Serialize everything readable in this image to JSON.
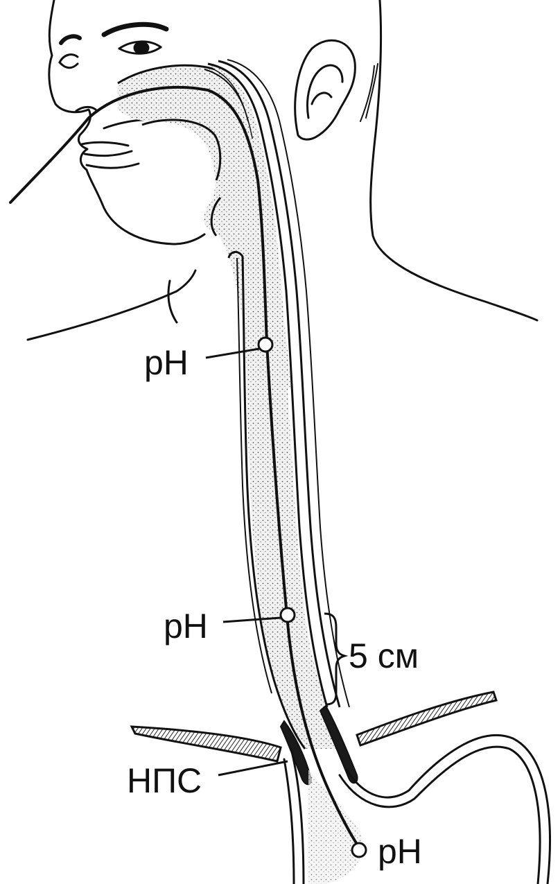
{
  "labels": {
    "ph_upper": "pH",
    "ph_lower": "pH",
    "distance": "5 см",
    "sphincter": "НПС",
    "ph_stomach": "pH"
  },
  "colors": {
    "line": "#111111",
    "lumen_fill": "#c9c9c9",
    "background": "#ffffff"
  }
}
